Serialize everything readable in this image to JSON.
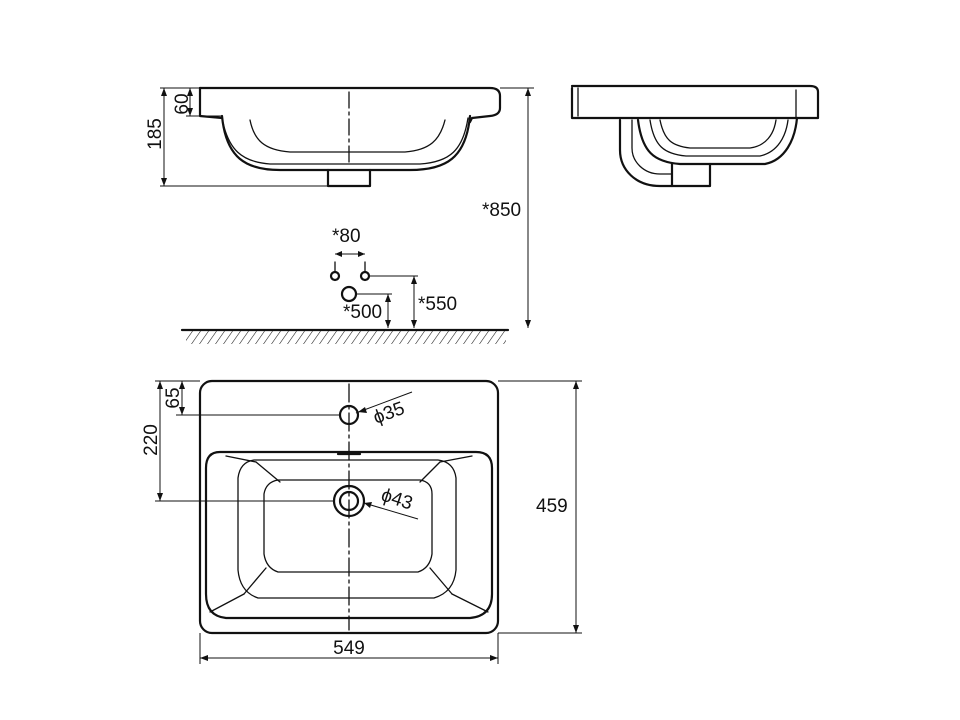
{
  "dimensions": {
    "basin_rim_height": "60",
    "basin_total_height": "185",
    "mounting_height": "*850",
    "tap_spacing": "*80",
    "waste_height": "*500",
    "supply_height": "*550",
    "tap_hole_offset": "65",
    "waste_offset": "220",
    "tap_hole_diameter": "ϕ35",
    "waste_diameter": "ϕ43",
    "basin_depth": "459",
    "basin_width": "549"
  },
  "colors": {
    "line": "#111111",
    "background": "#ffffff"
  }
}
